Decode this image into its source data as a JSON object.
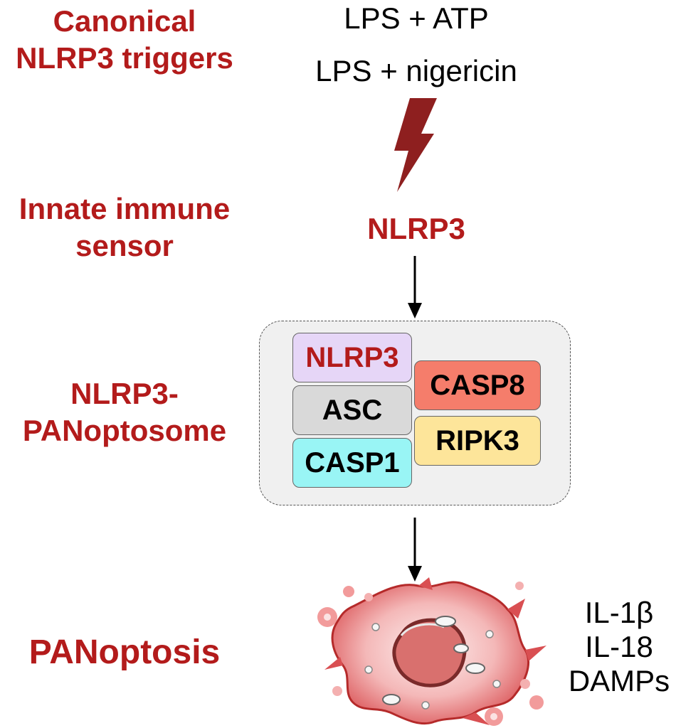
{
  "stages": {
    "triggers": [
      "Canonical",
      "NLRP3 triggers"
    ],
    "sensor": [
      "Innate immune",
      "sensor"
    ],
    "complex": [
      "NLRP3-",
      "PANoptosome"
    ],
    "outcome": [
      "PANoptosis"
    ]
  },
  "triggers": [
    "LPS + ATP",
    "LPS + nigericin"
  ],
  "sensor_name": "NLRP3",
  "complex_components": [
    {
      "label": "NLRP3",
      "fill": "#e6d6f7",
      "text_color": "#b31b1b"
    },
    {
      "label": "ASC",
      "fill": "#d9d9d9",
      "text_color": "#000000"
    },
    {
      "label": "CASP1",
      "fill": "#99f5f5",
      "text_color": "#000000"
    },
    {
      "label": "CASP8",
      "fill": "#f57d6b",
      "text_color": "#000000"
    },
    {
      "label": "RIPK3",
      "fill": "#fde59a",
      "text_color": "#000000"
    }
  ],
  "outputs": [
    "IL-1β",
    "IL-18",
    "DAMPs"
  ],
  "colors": {
    "accent_red": "#b31b1b",
    "lightning": "#8e1f1f",
    "cell_body": "#e06a6a",
    "cell_light": "#fbe3e3",
    "nucleus": "#d9706e"
  },
  "icons": {
    "stimulus": "lightning-bolt-icon",
    "cell": "dying-cell-icon"
  }
}
